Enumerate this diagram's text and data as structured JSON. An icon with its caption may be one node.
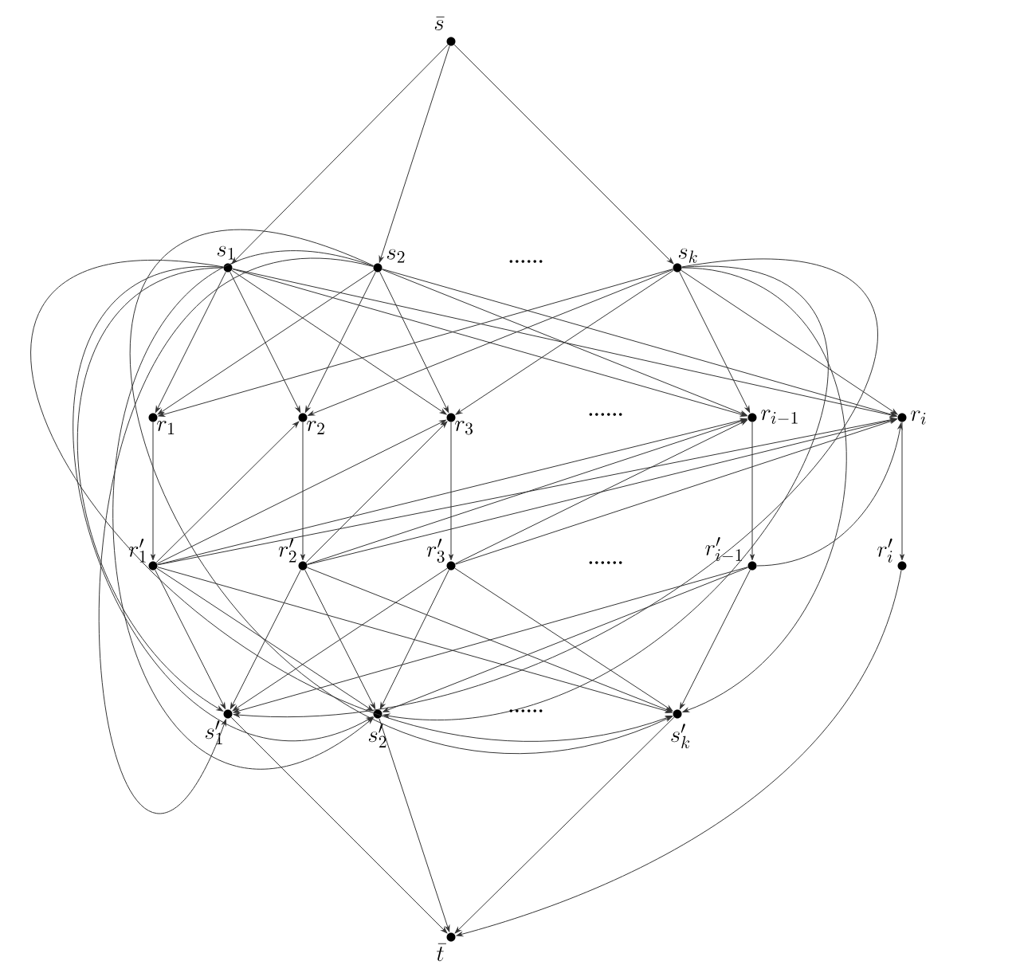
{
  "diagram": {
    "nodes": [
      {
        "text": [
          "\\bar{s}"
        ]
      },
      {
        "text": [
          "s_1"
        ]
      },
      {
        "text": [
          "s_2"
        ]
      },
      {
        "text": [
          "s_k"
        ]
      },
      {
        "text": [
          "r_1"
        ]
      },
      {
        "text": [
          "r_2"
        ]
      },
      {
        "text": [
          "r_3"
        ]
      },
      {
        "text": [
          "r_{i-1}"
        ]
      },
      {
        "text": [
          "r_i"
        ]
      },
      {
        "text": [
          "r'_1"
        ]
      },
      {
        "text": [
          "r'_2"
        ]
      },
      {
        "text": [
          "r'_3"
        ]
      },
      {
        "text": [
          "r'_{i-1}"
        ]
      },
      {
        "text": [
          "r'_i"
        ]
      },
      {
        "text": [
          "s'_1"
        ]
      },
      {
        "text": [
          "s'_2"
        ]
      },
      {
        "text": [
          "s'_k"
        ]
      },
      {
        "text": [
          "\\bar{t}"
        ]
      }
    ],
    "edges": [
      {
        "from": 0,
        "to": 1,
        "arrow": "to"
      },
      {
        "from": 0,
        "to": 2,
        "arrow": "to"
      },
      {
        "from": 0,
        "to": 3,
        "arrow": "to"
      },
      {
        "from": 1,
        "to": 4,
        "arrow": "to"
      },
      {
        "from": 1,
        "to": 5,
        "arrow": "to"
      },
      {
        "from": 1,
        "to": 6,
        "arrow": "to"
      },
      {
        "from": 1,
        "to": 7,
        "arrow": "to"
      },
      {
        "from": 1,
        "to": 8,
        "arrow": "to"
      },
      {
        "from": 2,
        "to": 4,
        "arrow": "to"
      },
      {
        "from": 2,
        "to": 5,
        "arrow": "to"
      },
      {
        "from": 2,
        "to": 6,
        "arrow": "to"
      },
      {
        "from": 2,
        "to": 7,
        "arrow": "to"
      },
      {
        "from": 2,
        "to": 8,
        "arrow": "to"
      },
      {
        "from": 3,
        "to": 4,
        "arrow": "to"
      },
      {
        "from": 3,
        "to": 5,
        "arrow": "to"
      },
      {
        "from": 3,
        "to": 6,
        "arrow": "to"
      },
      {
        "from": 3,
        "to": 7,
        "arrow": "to"
      },
      {
        "from": 3,
        "to": 8,
        "arrow": "to"
      },
      {
        "from": 4,
        "to": 9,
        "arrow": "to"
      },
      {
        "from": 5,
        "to": 10,
        "arrow": "to"
      },
      {
        "from": 6,
        "to": 11,
        "arrow": "to"
      },
      {
        "from": 7,
        "to": 12,
        "arrow": "to"
      },
      {
        "from": 8,
        "to": 13,
        "arrow": "to"
      },
      {
        "from": 9,
        "to": 5,
        "arrow": "to"
      },
      {
        "from": 9,
        "to": 6,
        "arrow": "to"
      },
      {
        "from": 9,
        "to": 7,
        "arrow": "to"
      },
      {
        "from": 9,
        "to": 8,
        "arrow": "to"
      },
      {
        "from": 10,
        "to": 6,
        "arrow": "to"
      },
      {
        "from": 10,
        "to": 7,
        "arrow": "to"
      },
      {
        "from": 10,
        "to": 8,
        "arrow": "to"
      },
      {
        "from": 11,
        "to": 7,
        "arrow": "to"
      },
      {
        "from": 11,
        "to": 8,
        "arrow": "to"
      },
      {
        "from": 12,
        "to": 8,
        "arrow": "to"
      },
      {
        "from": 9,
        "to": 14,
        "arrow": "to"
      },
      {
        "from": 9,
        "to": 15,
        "arrow": "to"
      },
      {
        "from": 9,
        "to": 16,
        "arrow": "to"
      },
      {
        "from": 10,
        "to": 14,
        "arrow": "to"
      },
      {
        "from": 10,
        "to": 15,
        "arrow": "to"
      },
      {
        "from": 10,
        "to": 16,
        "arrow": "to"
      },
      {
        "from": 11,
        "to": 14,
        "arrow": "to"
      },
      {
        "from": 11,
        "to": 15,
        "arrow": "to"
      },
      {
        "from": 11,
        "to": 16,
        "arrow": "to"
      },
      {
        "from": 12,
        "to": 14,
        "arrow": "to"
      },
      {
        "from": 12,
        "to": 15,
        "arrow": "to"
      },
      {
        "from": 12,
        "to": 16,
        "arrow": "to"
      },
      {
        "from": 13,
        "to": 17,
        "arrow": "to"
      },
      {
        "from": 1,
        "to": 14,
        "arrow": "to"
      },
      {
        "from": 1,
        "to": 15,
        "arrow": "to"
      },
      {
        "from": 1,
        "to": 16,
        "arrow": "to"
      },
      {
        "from": 2,
        "to": 14,
        "arrow": "to"
      },
      {
        "from": 2,
        "to": 15,
        "arrow": "to"
      },
      {
        "from": 2,
        "to": 16,
        "arrow": "to"
      },
      {
        "from": 3,
        "to": 14,
        "arrow": "to"
      },
      {
        "from": 3,
        "to": 15,
        "arrow": "to"
      },
      {
        "from": 3,
        "to": 16,
        "arrow": "to"
      },
      {
        "from": 14,
        "to": 17,
        "arrow": "to"
      },
      {
        "from": 15,
        "to": 17,
        "arrow": "to"
      },
      {
        "from": 16,
        "to": 17,
        "arrow": "to"
      }
    ],
    "labels": [
      "......",
      "......",
      "......",
      "......"
    ]
  }
}
